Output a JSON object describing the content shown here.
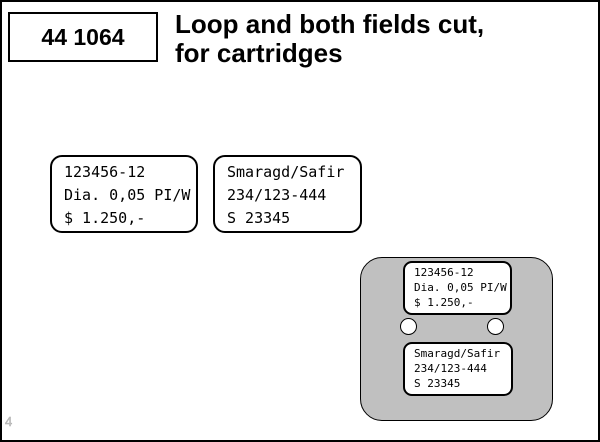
{
  "header": {
    "code": "44 1064",
    "title_line1": "Loop and both fields cut,",
    "title_line2": "for cartridges"
  },
  "labels": {
    "left": [
      "123456-12",
      "Dia. 0,05 PI/W",
      "$ 1.250,-"
    ],
    "right": [
      "Smaragd/Safir",
      "234/123-444",
      "S 23345"
    ]
  },
  "holder": {
    "top_label": [
      "123456-12",
      "Dia. 0,05 PI/W",
      "$ 1.250,-"
    ],
    "bottom_label": [
      "Smaragd/Safir",
      "234/123-444",
      "S 23345"
    ]
  },
  "footer": {
    "page_number": "4"
  },
  "colors": {
    "holder_fill": "#c0c0c0",
    "border": "#000000",
    "page_number": "#c8c8c8"
  }
}
